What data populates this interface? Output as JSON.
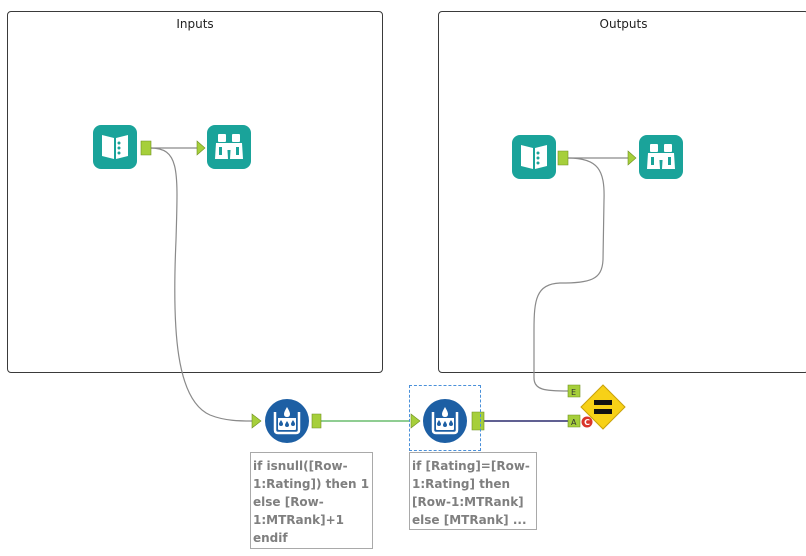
{
  "containers": {
    "inputs": {
      "title": "Inputs"
    },
    "outputs": {
      "title": "Outputs"
    }
  },
  "tools": {
    "input_1": {
      "icon": "book-icon",
      "color": "#1aa39a"
    },
    "browse_1": {
      "icon": "binoculars-icon",
      "color": "#1aa39a"
    },
    "input_2": {
      "icon": "book-icon",
      "color": "#1aa39a"
    },
    "browse_2": {
      "icon": "binoculars-icon",
      "color": "#1aa39a"
    },
    "multirow_1": {
      "icon": "multi-row-formula-icon",
      "color": "#1d5fa4"
    },
    "multirow_2": {
      "icon": "multi-row-formula-icon",
      "color": "#1d5fa4"
    },
    "join": {
      "icon": "equals-icon",
      "color": "#f7d117"
    }
  },
  "anchors": {
    "join_e": "E",
    "join_a": "A"
  },
  "annotations": {
    "multirow_1": "if isnull([Row-\n1:Rating]) then 1\nelse [Row-\n1:MTRank]+1\nendif",
    "multirow_2": "if [Rating]=[Row-\n1:Rating] then\n[Row-1:MTRank]\nelse [MTRank] ..."
  },
  "colors": {
    "anchor_green": "#a6cf3b",
    "connection_gray": "#8a8a8a",
    "connection_green": "#4caf50",
    "connection_navy": "#2b2c6e",
    "error_red": "#d9352a"
  }
}
